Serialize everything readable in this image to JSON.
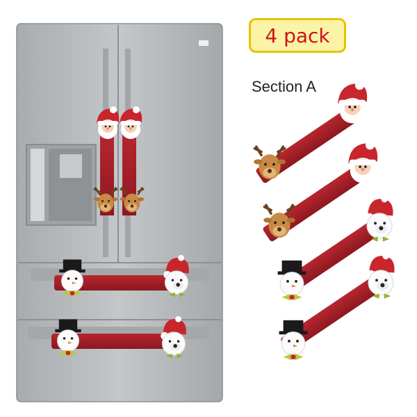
{
  "badge": {
    "text": "4 pack"
  },
  "section": {
    "label": "Section A"
  },
  "colors": {
    "fridge": "#b9bcbe",
    "fridge_dark": "#8f9294",
    "cover_red": "#a8202a",
    "santa_red": "#c8262c",
    "badge_fill": "#fbf3a6",
    "badge_border": "#e8c200",
    "badge_text": "#d0121b"
  },
  "product": {
    "item_count": 4,
    "characters": [
      "santa-icon",
      "reindeer-icon",
      "snowman-icon",
      "polar-bear-icon"
    ]
  }
}
